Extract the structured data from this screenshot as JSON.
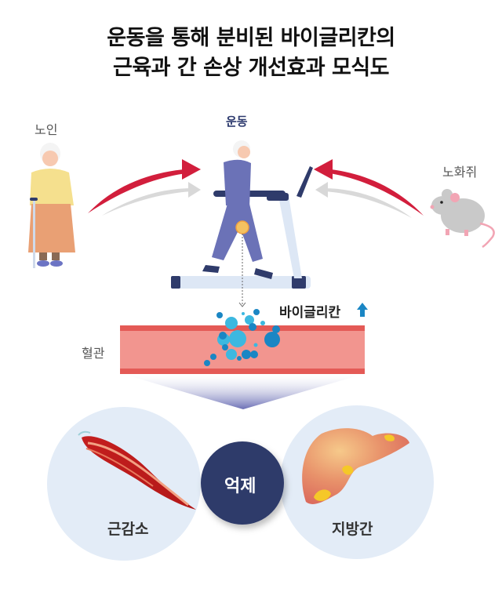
{
  "title": {
    "line1": "운동을 통해 분비된 바이글리칸의",
    "line2": "근육과 간 손상 개선효과 모식도"
  },
  "labels": {
    "elderly": "노인",
    "exercise": "운동",
    "aged_mouse": "노화쥐",
    "biglycan": "바이글리칸",
    "biglycan_trend_icon": "arrow-up-icon",
    "blood_vessel": "혈관",
    "sarcopenia": "근감소",
    "suppression": "억제",
    "fatty_liver": "지방간"
  },
  "colors": {
    "title_text": "#111111",
    "exercise_label": "#2d3a6e",
    "red_arrow": "#d21e3c",
    "vessel_outer": "#e45a56",
    "vessel_inner": "#f2958f",
    "molecule_light": "#3cb8e0",
    "molecule_dark": "#1a86c4",
    "organ_circle": "#e3ecf7",
    "center_circle": "#2f3b6b",
    "up_arrow": "#1a86c4"
  }
}
